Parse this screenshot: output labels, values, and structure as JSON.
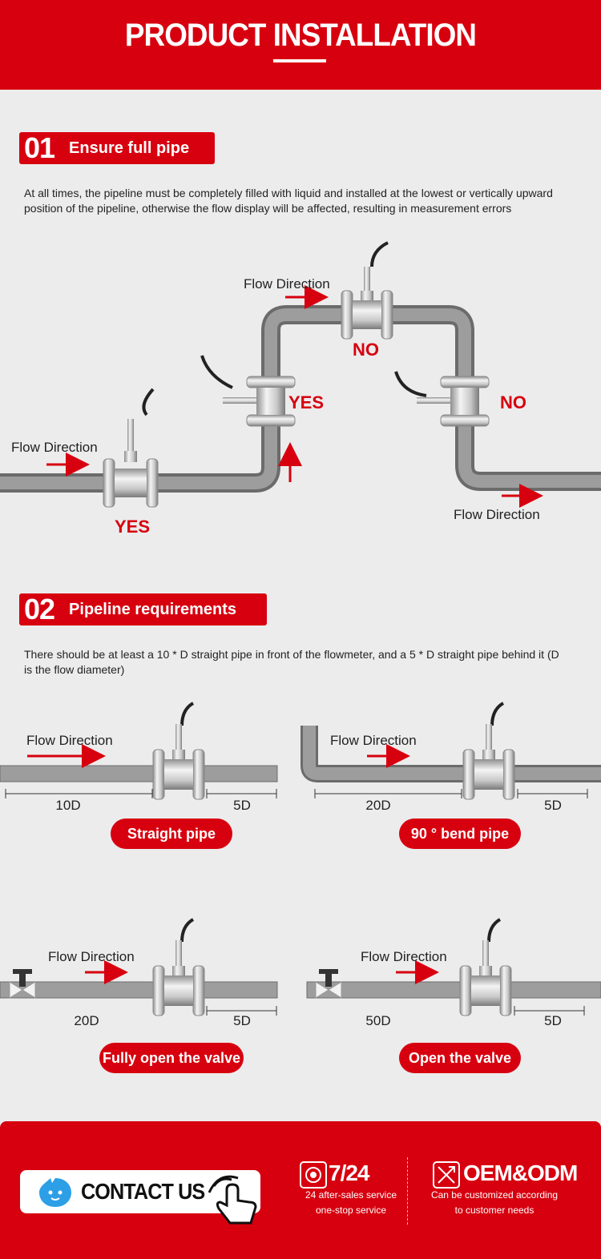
{
  "header": {
    "title": "PRODUCT INSTALLATION"
  },
  "section1": {
    "number": "01",
    "title": "Ensure full pipe",
    "description": "At all times, the pipeline must be completely filled with liquid and installed at the lowest or vertically upward position of the pipeline, otherwise the flow display will be affected, resulting in measurement errors",
    "flow_label": "Flow Direction",
    "yes": "YES",
    "no": "NO"
  },
  "section2": {
    "number": "02",
    "title": "Pipeline requirements",
    "description": "There should be at least a 10 * D straight pipe in front of the flowmeter, and a 5 * D straight pipe behind it (D is the flow diameter)",
    "flow_label": "Flow Direction",
    "cases": [
      {
        "upstream": "10D",
        "downstream": "5D",
        "label": "Straight pipe"
      },
      {
        "upstream": "20D",
        "downstream": "5D",
        "label": "90 ° bend pipe"
      },
      {
        "upstream": "20D",
        "downstream": "5D",
        "label": "Fully open the valve"
      },
      {
        "upstream": "50D",
        "downstream": "5D",
        "label": "Open the valve"
      }
    ]
  },
  "footer": {
    "contact": "CONTACT US",
    "service_title": "7/24",
    "service_line1": "24 after-sales service",
    "service_line2": "one-stop service",
    "oem_title": "OEM&ODM",
    "oem_line1": "Can be customized according",
    "oem_line2": "to customer needs"
  },
  "colors": {
    "brand_red": "#d7000f",
    "pipe_gray": "#8a8a8a",
    "background": "#ececec"
  }
}
